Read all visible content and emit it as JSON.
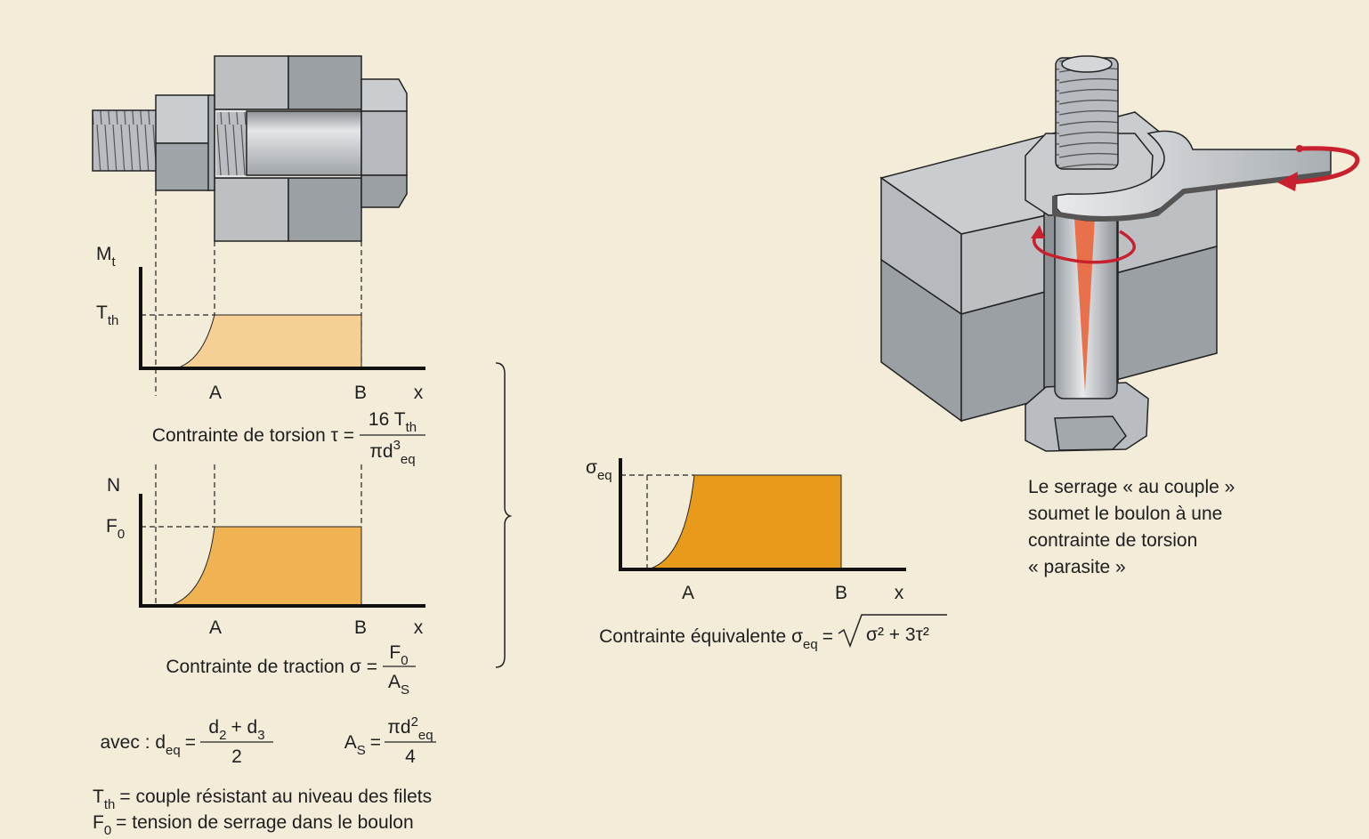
{
  "colors": {
    "background": "#f2ecd9",
    "torsion_fill": "#f5cf93",
    "traction_fill": "#f0b354",
    "equivalent_fill": "#e89a1a",
    "arrow_red": "#c8202f",
    "stress_wedge": "#e8704a"
  },
  "torsion_chart": {
    "y_label": "M",
    "y_label_sub": "t",
    "level_label": "T",
    "level_label_sub": "th",
    "x_labels": [
      "A",
      "B",
      "x"
    ],
    "formula_prefix": "Contrainte de torsion τ =",
    "numerator": "16 T",
    "numerator_sub": "th",
    "denominator": "πd",
    "denominator_sup": "3",
    "denominator_sub": "eq"
  },
  "traction_chart": {
    "y_label": "N",
    "level_label": "F",
    "level_label_sub": "0",
    "x_labels": [
      "A",
      "B",
      "x"
    ],
    "formula_prefix": "Contrainte de traction σ =",
    "numerator": "F",
    "numerator_sub": "0",
    "denominator": "A",
    "denominator_sub": "S"
  },
  "equivalent_chart": {
    "y_label": "σ",
    "y_label_sub": "eq",
    "x_labels": [
      "A",
      "B",
      "x"
    ],
    "formula_prefix": "Contrainte équivalente σ",
    "formula_prefix_sub": "eq",
    "formula_eq": "=",
    "radicand": "σ² + 3τ²"
  },
  "definitions": {
    "deq_prefix": "avec : d",
    "deq_sub": "eq",
    "deq_eq": "=",
    "deq_num_a": "d",
    "deq_num_a_sub": "2",
    "deq_num_plus": "+ d",
    "deq_num_b_sub": "3",
    "deq_den": "2",
    "as_prefix": "A",
    "as_sub": "S",
    "as_eq": "=",
    "as_num": "πd",
    "as_num_sup": "2",
    "as_num_sub": "eq",
    "as_den": "4",
    "tth_symbol": "T",
    "tth_sub": "th",
    "tth_text": "= couple résistant au niveau des filets",
    "f0_symbol": "F",
    "f0_sub": "0",
    "f0_text": "= tension de serrage dans le boulon"
  },
  "caption": {
    "lines": [
      "Le serrage « au couple »",
      "soumet le boulon à une",
      "contrainte de torsion",
      "« parasite »"
    ]
  }
}
